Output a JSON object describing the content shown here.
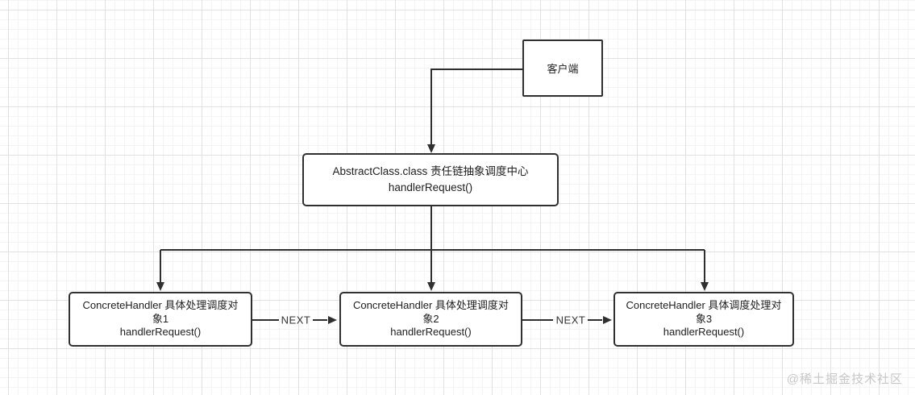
{
  "diagram": {
    "client_label": "客户端",
    "abstract": {
      "title": "AbstractClass.class 责任链抽象调度中心",
      "method": "handlerRequest()"
    },
    "handlers": [
      {
        "title": "ConcreteHandler 具体处理调度对象1",
        "method": "handlerRequest()"
      },
      {
        "title": "ConcreteHandler 具体处理调度对象2",
        "method": "handlerRequest()"
      },
      {
        "title": "ConcreteHandler 具体调度处理对象3",
        "method": "handlerRequest()"
      }
    ],
    "next_label": "NEXT",
    "colors": {
      "line": "#2f2f2f",
      "box_border": "#303030",
      "text": "#1e1e1e",
      "grid_minor": "#f4f4f4",
      "grid_major": "#e2e2e2",
      "background": "#ffffff",
      "watermark": "#c7c7c7"
    }
  },
  "watermark": "@稀土掘金技术社区"
}
